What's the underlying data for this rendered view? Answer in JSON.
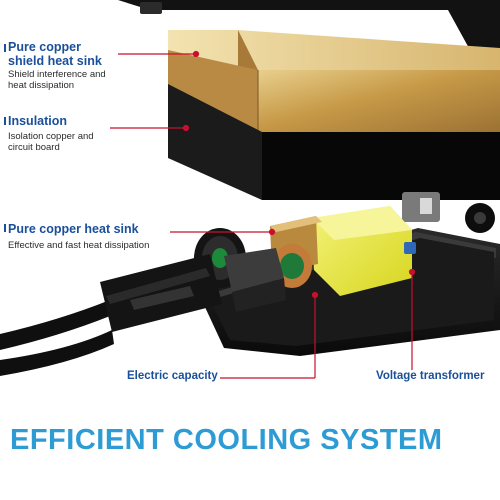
{
  "callouts": {
    "shield": {
      "title_line1": "Pure copper",
      "title_line2": "shield heat sink",
      "desc_line1": "Shield interference and",
      "desc_line2": "heat dissipation"
    },
    "insulation": {
      "title": "Insulation",
      "desc_line1": "Isolation copper and",
      "desc_line2": "circuit board"
    },
    "heatsink": {
      "title": "Pure copper heat sink",
      "desc": "Effective and fast heat dissipation"
    },
    "capacitor": {
      "title": "Electric capacity"
    },
    "transformer": {
      "title": "Voltage transformer"
    }
  },
  "headline": "EFFICIENT COOLING SYSTEM",
  "colors": {
    "accent_blue": "#1a4f9a",
    "headline_blue": "#2d9bd4",
    "marker_red": "#c8102e",
    "copper": "#c9a35a",
    "insulation_black": "#111111",
    "transformer_yellow": "#ecec3a"
  }
}
